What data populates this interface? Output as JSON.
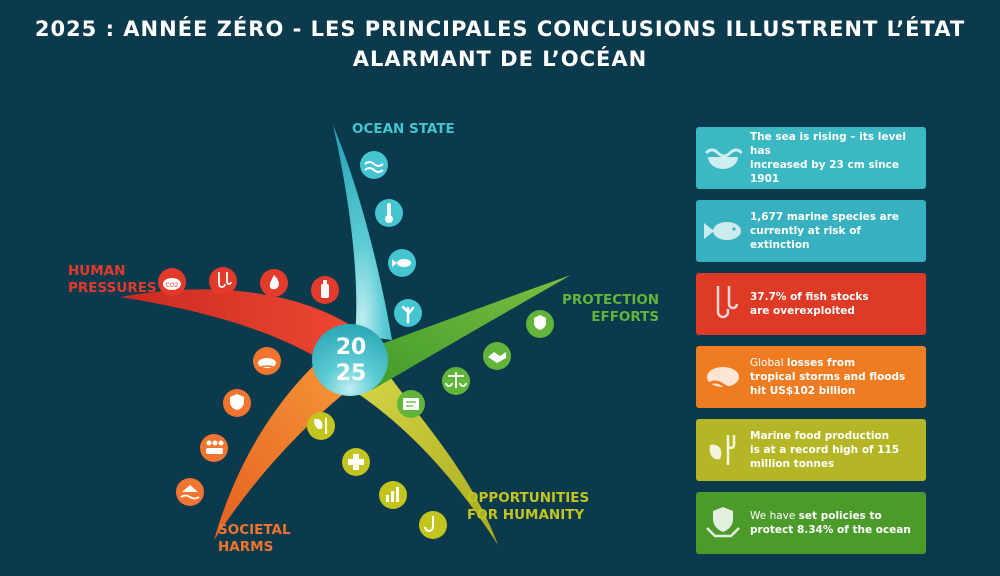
{
  "title": "2025 : ANNÉE ZÉRO - LES PRINCIPALES CONCLUSIONS ILLUSTRENT L’ÉTAT ALARMANT DE L’OCÉAN",
  "diagram": {
    "center_top": "20",
    "center_bottom": "25",
    "arms": {
      "ocean_state": "OCEAN STATE",
      "human_pressures_1": "HUMAN",
      "human_pressures_2": "PRESSURES",
      "protection_efforts_1": "PROTECTION",
      "protection_efforts_2": "EFFORTS",
      "opportunities_1": "OPPORTUNITIES",
      "opportunities_2": "FOR HUMANITY",
      "societal_harms_1": "SOCIETAL",
      "societal_harms_2": "HARMS"
    },
    "icons": {
      "ocean_state": [
        "waves-icon",
        "thermometer-icon",
        "fish-icon",
        "coral-icon"
      ],
      "human_pressures": [
        "co2-cloud-icon",
        "fishing-hooks-icon",
        "fire-icon",
        "plastic-bottle-icon"
      ],
      "protection_efforts": [
        "shield-hands-icon",
        "handshake-icon",
        "scales-icon",
        "document-icon"
      ],
      "opportunities": [
        "food-icon",
        "health-cross-icon",
        "money-chart-icon",
        "hook-icon"
      ],
      "societal_harms": [
        "storm-icon",
        "shield-icon",
        "people-icon",
        "flood-icon"
      ]
    },
    "colors": {
      "ocean_state": "#45c5cf",
      "human_pressures": "#e33b2b",
      "protection_efforts": "#62b43a",
      "opportunities": "#c3c41e",
      "societal_harms": "#f1752e"
    }
  },
  "cards": [
    {
      "icon": "waves-icon",
      "line1": "The sea is rising – its level has",
      "line2": "increased by 23 cm since 1901",
      "color": "#3cb8c3"
    },
    {
      "icon": "fish-icon",
      "line1": "1,677 marine species are",
      "line2a": "currently at ",
      "line2b": "risk of extinction",
      "color": "#37b1bf"
    },
    {
      "icon": "fishing-hooks-icon",
      "line1": "37.7% of fish stocks",
      "line2": "are overexploited",
      "color": "#df3a25"
    },
    {
      "icon": "storm-icon",
      "line1a": "Global ",
      "line1b": "losses from",
      "line2": "tropical storms and floods",
      "line3": "hit US$102 billion",
      "color": "#f07c22"
    },
    {
      "icon": "food-icon",
      "line1": "Marine food production",
      "line2": "is at a record high of 115",
      "line3": "million tonnes",
      "color": "#b5b626"
    },
    {
      "icon": "shield-hands-icon",
      "line1a": "We have ",
      "line1b": "set policies to",
      "line2": "protect 8.34% of the ocean",
      "color": "#4b9b2a"
    }
  ]
}
